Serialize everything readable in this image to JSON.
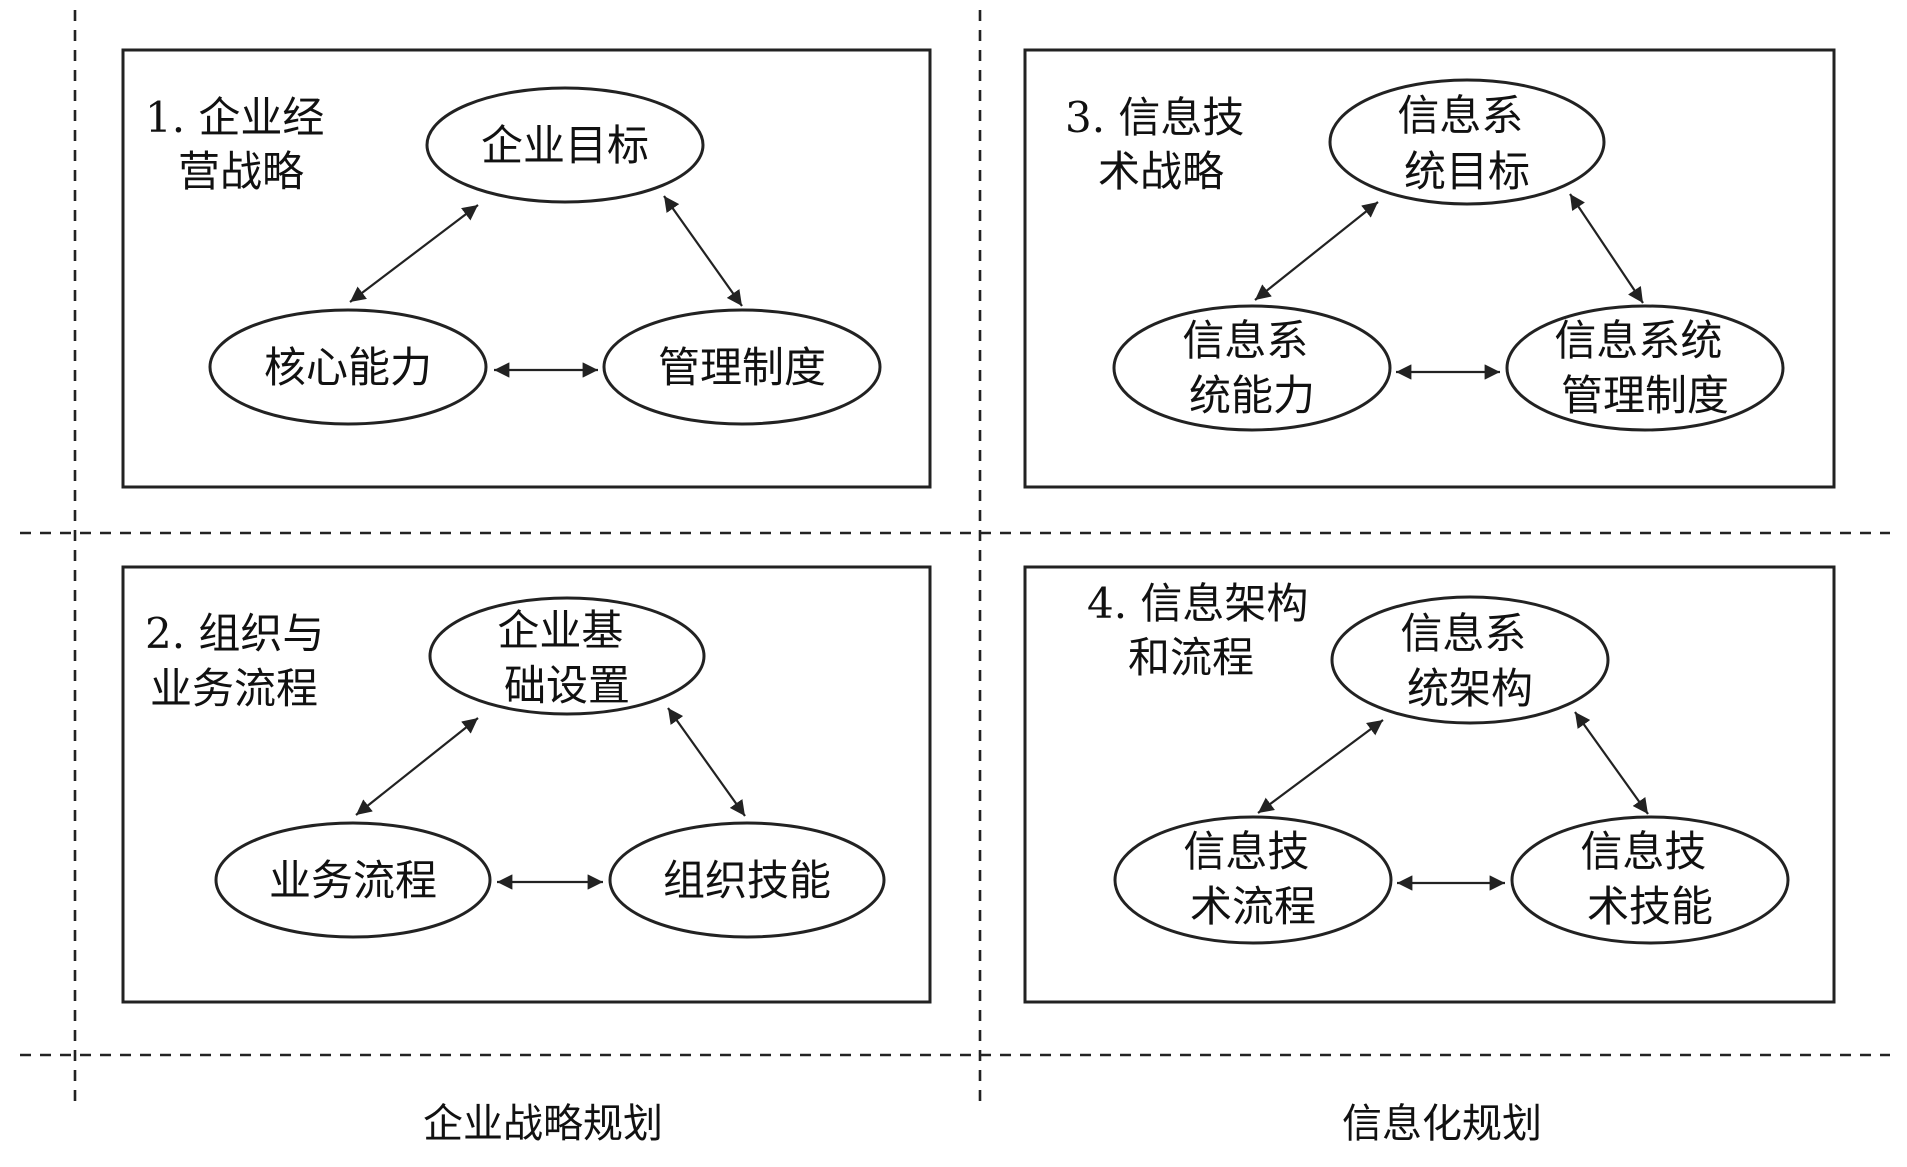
{
  "panels": [
    {
      "title_lines": [
        "1. 企业经",
        "营战略"
      ],
      "top_node": [
        "企业目标"
      ],
      "left_node": [
        "核心能力"
      ],
      "right_node": [
        "管理制度"
      ]
    },
    {
      "title_lines": [
        "2. 组织与",
        "业务流程"
      ],
      "top_node": [
        "企业基",
        "础设置"
      ],
      "left_node": [
        "业务流程"
      ],
      "right_node": [
        "组织技能"
      ]
    },
    {
      "title_lines": [
        "3. 信息技",
        "术战略"
      ],
      "top_node": [
        "信息系",
        "统目标"
      ],
      "left_node": [
        "信息系",
        "统能力"
      ],
      "right_node": [
        "信息系统",
        "管理制度"
      ]
    },
    {
      "title_lines": [
        "4. 信息架构",
        "和流程"
      ],
      "top_node": [
        "信息系",
        "统架构"
      ],
      "left_node": [
        "信息技",
        "术流程"
      ],
      "right_node": [
        "信息技",
        "术技能"
      ]
    }
  ],
  "captions": {
    "left_column": "企业战略规划",
    "right_column": "信息化规划"
  }
}
